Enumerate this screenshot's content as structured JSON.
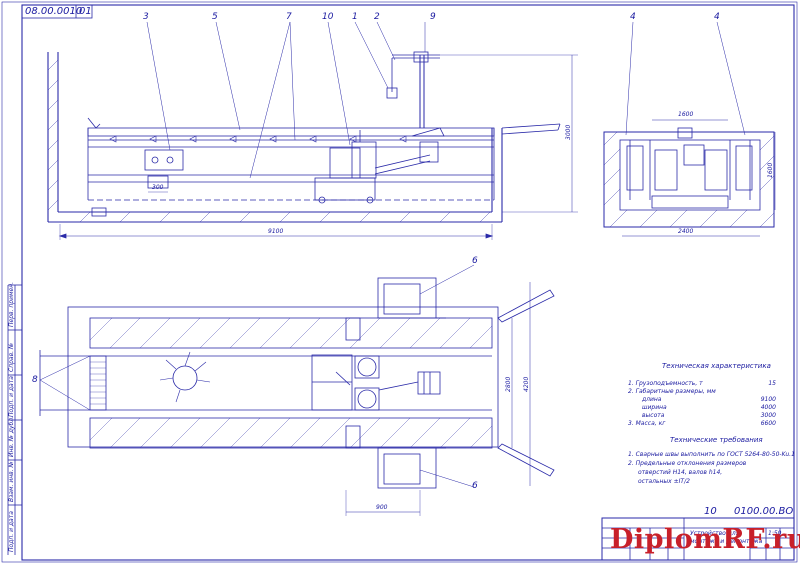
{
  "header": {
    "code": "08.00.0010",
    "sheet": "01"
  },
  "callouts": [
    "1",
    "2",
    "3",
    "4",
    "4",
    "5",
    "6",
    "6",
    "7",
    "8",
    "10",
    "9"
  ],
  "dimensions": {
    "side_length": "9100",
    "side_height": "3000",
    "side_small": "300",
    "section_width": "2400",
    "section_top": "1600",
    "section_height": "1600",
    "plan_inner": "2800",
    "plan_outer": "4200",
    "plan_bottom": "900"
  },
  "specs": {
    "title": "Техническая характеристика",
    "lines": [
      {
        "label": "1. Грузоподъемность, т",
        "value": "15"
      },
      {
        "label": "2. Габаритные размеры, мм",
        "value": ""
      },
      {
        "label": "длина",
        "value": "9100"
      },
      {
        "label": "ширина",
        "value": "4000"
      },
      {
        "label": "высота",
        "value": "3000"
      },
      {
        "label": "3. Масса, кг",
        "value": "6600"
      }
    ]
  },
  "requirements": {
    "title": "Технические требования",
    "lines": [
      "1. Сварные швы выполнить по ГОСТ 5264-80-50-Ku.1",
      "2. Предельные отклонения размеров",
      "отверстий H14, валов h14,",
      "остальных ±IT/2"
    ]
  },
  "title_block": {
    "doc_code": "0100.00.ВО",
    "sheet_no": "10",
    "name_line1": "Устройство для",
    "name_line2": "монтажа и демонтажа",
    "scale": "1:50"
  },
  "margin_stamps": [
    "Перв. примен.",
    "Справ. №",
    "Подп. и дата",
    "Инв. № дубл.",
    "Взам. инв. №",
    "Подп. и дата",
    "Инв. № подл."
  ],
  "watermark": "DiplomRF.ru"
}
